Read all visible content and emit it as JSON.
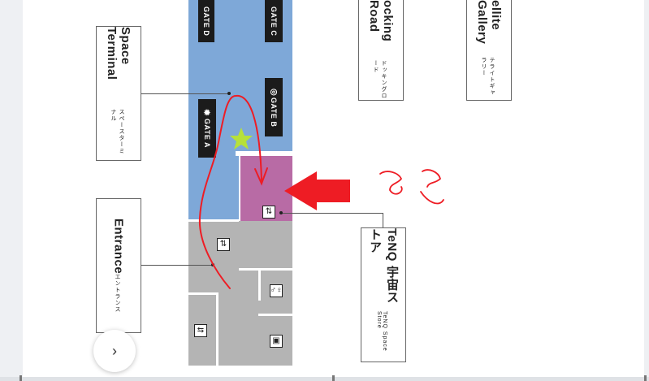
{
  "map": {
    "callouts": {
      "space_terminal": {
        "main": "Space Terminal",
        "sub": "スペースターミナル"
      },
      "entrance": {
        "main": "Entrance",
        "sub": "エントランス"
      },
      "docking_road": {
        "main": "ocking Road",
        "sub": "ドッキングロード"
      },
      "gallery": {
        "main": "ellite Gallery",
        "sub": "テライトギャラリー"
      },
      "tenq_store": {
        "main": "TeNQ 宇宙ストア",
        "sub": "TeNQ Space Store"
      }
    },
    "gates": {
      "d": "GATE D",
      "c": "GATE C",
      "b": "GATE B",
      "a": "GATE A"
    },
    "icons": [
      "elevator-icon",
      "restroom-icon",
      "exit-icon",
      "shop-icon",
      "star-marker-icon"
    ]
  },
  "annotations": {
    "arrow_color": "#ee1c24",
    "star_color": "#b6e03a"
  },
  "controls": {
    "scroll_next": "›"
  }
}
